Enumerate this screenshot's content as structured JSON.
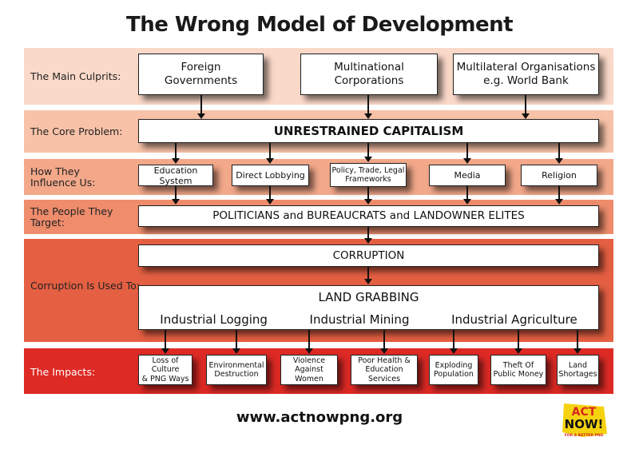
{
  "title": "The Wrong Model of Development",
  "rows": {
    "culprits": "The Main Culprits:",
    "core": "The Core Problem:",
    "influence_1": "How They",
    "influence_2": "Influence Us:",
    "target_1": "The People They",
    "target_2": "Target:",
    "corruption": "Corruption Is Used To:",
    "impacts": "The Impacts:"
  },
  "culprits": [
    {
      "line1": "Foreign",
      "line2": "Governments"
    },
    {
      "line1": "Multinational",
      "line2": "Corporations"
    },
    {
      "line1": "Multilateral Organisations",
      "line2": "e.g. World Bank"
    }
  ],
  "core_problem": "UNRESTRAINED CAPITALISM",
  "influence": [
    {
      "line1": "Education System",
      "line2": ""
    },
    {
      "line1": "Direct Lobbying",
      "line2": ""
    },
    {
      "line1": "Policy, Trade, Legal",
      "line2": "Frameworks"
    },
    {
      "line1": "Media",
      "line2": ""
    },
    {
      "line1": "Religion",
      "line2": ""
    }
  ],
  "targets": "POLITICIANS and BUREAUCRATS and LANDOWNER ELITES",
  "corruption": "CORRUPTION",
  "land_grabbing": {
    "title": "LAND GRABBING",
    "items": [
      "Industrial Logging",
      "Industrial Mining",
      "Industrial Agriculture"
    ]
  },
  "impacts": [
    {
      "line1": "Loss of Culture",
      "line2": "& PNG Ways"
    },
    {
      "line1": "Environmental",
      "line2": "Destruction"
    },
    {
      "line1": "Violence",
      "line2": "Against Women"
    },
    {
      "line1": "Poor Health &",
      "line2": "Education Services"
    },
    {
      "line1": "Exploding",
      "line2": "Population"
    },
    {
      "line1": "Theft Of",
      "line2": "Public Money"
    },
    {
      "line1": "Land",
      "line2": "Shortages"
    }
  ],
  "website": "www.actnowpng.org",
  "logo": {
    "line1": "ACT",
    "line2": "NOW!",
    "tagline": "FOR A BETTER PNG"
  },
  "colors": {
    "band_culprits": "#fbd9c9",
    "band_core": "#f8c2a8",
    "band_influence": "#f3a88a",
    "band_target": "#ee8c6c",
    "band_corruption": "#e55f42",
    "band_impacts": "#de2a25",
    "logo_yellow": "#f5d20f",
    "logo_red": "#d8261f"
  }
}
